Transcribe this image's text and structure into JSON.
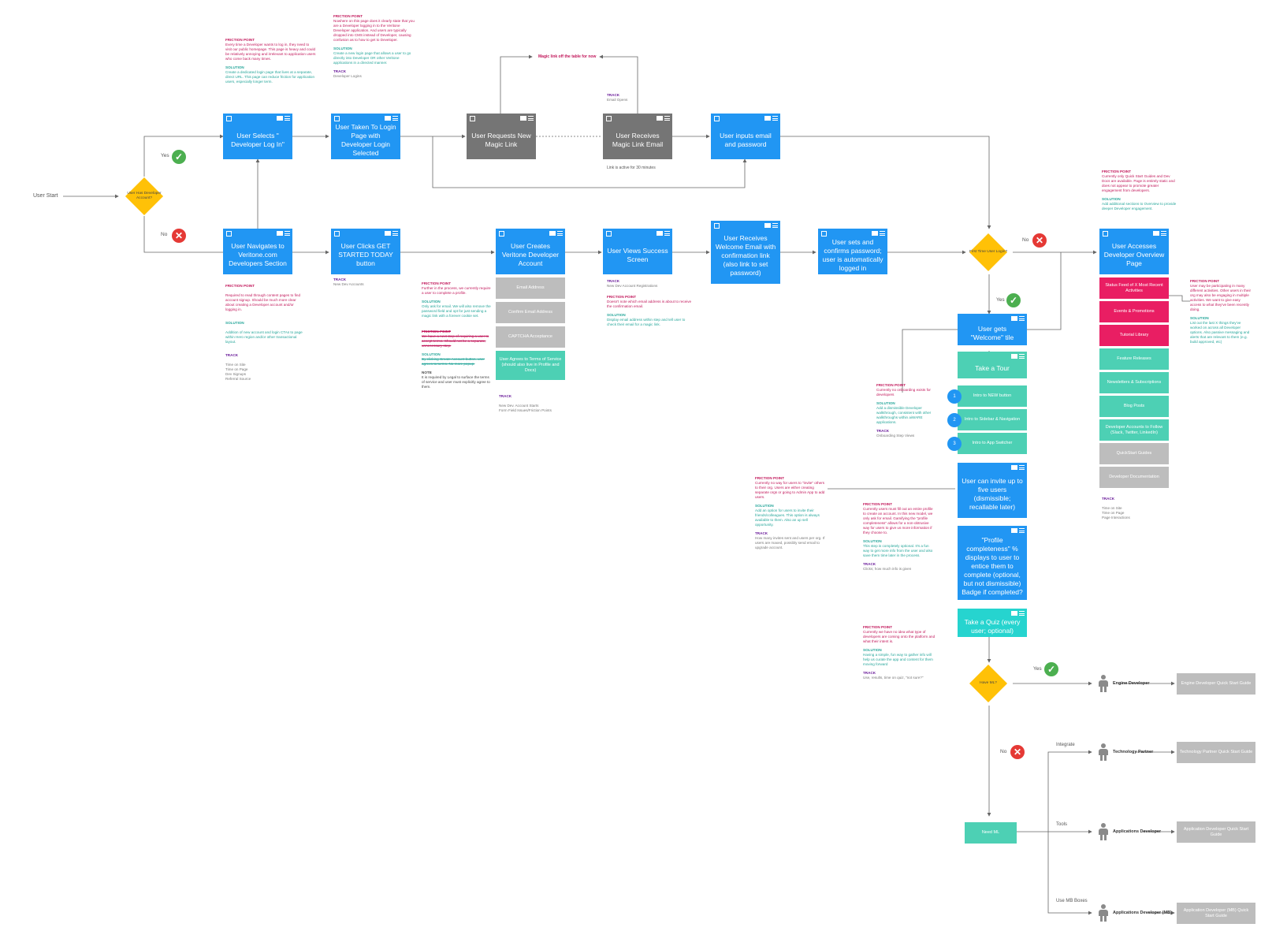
{
  "start": {
    "label": "User Start"
  },
  "decisions": {
    "has_account": "User Has Developer Account?",
    "first_time": "First Time User Login?",
    "have_ml": "Have ML?"
  },
  "branch_labels": {
    "yes": "Yes",
    "no": "No",
    "yes_icon": "✓",
    "no_icon": "✕"
  },
  "magic_link_note": "Magic link off the table for now",
  "link_active_note": "Link is active for 30 minutes",
  "boxes": {
    "select_login": "User Selects \" Developer Log In\"",
    "taken_to_login": "User Taken To Login Page with Developer Login Selected",
    "requests_magic": "User Requests New Magic Link",
    "receives_magic": "User Receives Magic Link Email",
    "inputs_email": "User inputs email and password",
    "navigates": "User Navigates to Veritone.com Developers Section",
    "clicks_started": "User Clicks GET STARTED TODAY button",
    "creates_account": "User Creates Veritone Developer Account",
    "views_success": "User Views Success Screen",
    "receives_welcome": "User Receives Welcome Email with confirmation link (also link to set password)",
    "sets_password": "User sets and confirms password; user is automatically logged in",
    "accesses_overview": "User Accesses Developer Overview Page",
    "welcome_tile": "User gets \"Welcome\" tile",
    "take_tour": "Take a Tour",
    "invite": "User can invite up to five users (dismissible; recallable later)",
    "profile": "\"Profile completeness\" % displays to user to entice them to complete (optional, but not dismissible) Badge if completed?",
    "quiz": "Take a Quiz (every user; optional)",
    "need_ml": "Need ML"
  },
  "form_fields": [
    "Email Address",
    "Confirm Email Address",
    "CAPTCHA Acceptance"
  ],
  "terms_box": "User Agrees to Terms of Service (should also live in Profile and Docs)",
  "tour_steps": [
    {
      "num": "1",
      "label": "Intro to NEW button"
    },
    {
      "num": "2",
      "label": "Intro to Sidebar & Navigation"
    },
    {
      "num": "3",
      "label": "Intro to App Switcher"
    }
  ],
  "overview_items": {
    "pink": [
      "Status Feed of X Most Recent Activities",
      "Events & Promotions",
      "Tutorial Library"
    ],
    "teal": [
      "Feature Releases",
      "Newsletters & Subscriptions",
      "Blog Posts",
      "Developer Accounts to Follow (Slack, Twitter, LinkedIn)"
    ],
    "grey": [
      "QuickStart Guides",
      "Developer Documentation"
    ]
  },
  "roles": [
    {
      "edge": "",
      "role": "Engine Developer",
      "guide": "Engine Developer Quick Start Guide"
    },
    {
      "edge": "Integrate",
      "role": "Technology Partner",
      "guide": "Technology Partner Quick Start Guide"
    },
    {
      "edge": "Tools",
      "role": "Applications Developer",
      "guide": "Application Developer Quick Start Guide"
    },
    {
      "edge": "Use MB Boxes",
      "role": "Applications Developer (MB)",
      "guide": "Application Developer (MB) Quick Start Guide"
    }
  ],
  "headings": {
    "friction": "FRICTION POINT",
    "solution": "SOLUTION",
    "track": "TRACK",
    "note": "NOTE"
  },
  "notes": {
    "n1_friction": "Every time a Developer wants to log in, they need to visit our public homepage. This page is heavy and could be relatively annoying and irrelevant to application users who come back many times.",
    "n1_solution": "Create a dedicated login page that lives at a separate, direct URL. This page can reduce friction for application users, especially longer term.",
    "n2_friction": "Nowhere on this page does it clearly state that you are a Developer logging in to the Veritone Developer application. And users are typically dropped into CMS instead of Developer, causing confusion as to how to get to Developer.",
    "n2_solution": "Create a new login page that allows a user to go directly into Developer OR other Veritone applications in a directed manner.",
    "n2_track": "Developer Logins",
    "n3_track": "Email Opens",
    "n4_friction": "Required to read through content pages to find account signup. Should be much more clear about creating a Developer account and/or logging in.",
    "n4_solution": "Addition of new account and login CTAs to page within Hero region and/or other transactional layout.",
    "n4_track": "Time on Site\nTime on Page\nDev Signups\nReferral Source",
    "n5_track": "New Dev Accounts",
    "n6_friction": "Further in the process, we currently require a user to complete a profile.",
    "n6_solution": "Only ask for email. We will also remove the password field and opt for just sending a magic link with a forever cookie set.",
    "n6_friction2": "We have a next step of requiring a user to accept terms. Should not be a separate, unnecessary step.",
    "n6_solution2": "By clicking Create Account button, user agrees to terms. No more popup.",
    "n6_note": "It is required by Legal to surface the terms of service and user must explicitly agree to them.",
    "n7_track": "New Dev. Account Starts\nForm Field Issues/Friction Points",
    "n8_track": "New Dev Account Registrations",
    "n8_friction": "Doesn't note which email address is about to receive the confirmation email.",
    "n8_solution": "Display email address within step and tell user to check their email for a magic link.",
    "n9_friction": "Currently only Quick Start Guides and Dev Docs are available. Page is entirely static and does not appear to promote greater engagement from developers.",
    "n9_solution": "Add additional sections to Overview to provide deeper Developer engagement.",
    "n9_track": "Time on Site\nTime on Page\nPage Interactions",
    "n10_friction": "User may be participating in many different activities. Other users in their org may also be engaging in multiple activities. We want to give easy access to what they've been recently doing.",
    "n10_solution": "List out the last X things they've worked on across all Developer options. Also passive messaging and alerts that are relevant to them (e.g. build approved, etc)",
    "n11_friction": "Currently no onboarding exists for developers",
    "n11_solution": "Add a dismissible Developer walkthrough, consistent with other walkthroughs within aiWARE applications.",
    "n11_track": "Onboarding Step Views",
    "n12_friction": "Currently no way for users to \"invite\" others to their org. Users are either creating separate orgs or going to Admin App to add users.",
    "n12_solution": "Add an option for users to invite their friends/colleagues. This option is always available to them. Also an up sell opportunity.",
    "n12_track": "How many invites sent and users per org. If users are maxed, possibly send email to upgrade account.",
    "n13_friction": "Currently users must fill out an entire profile to create an account. In this new model, we only ask for email. Gamifying the \"profile completeness\" allows for a non-obtrusive way for users to give us more information if they choose to.",
    "n13_solution": "This step is completely optional. It's a fun way to get more info from the user and also save them time later in the process.",
    "n13_track": "Clicks; how much info is given",
    "n14_friction": "Currently we have no idea what type of developers are coming onto the platform and what their intent is.",
    "n14_solution": "Having a simple, fun way to gather info will help us curate the app and content for them moving forward",
    "n14_track": "Use, results, time on quiz, \"not sure?\""
  },
  "colors": {
    "blue": "#2196F3",
    "grey": "#757575",
    "light_grey": "#bdbdbd",
    "teal": "#4DD0B4",
    "pink": "#E91E63",
    "yellow": "#FFC107",
    "friction": "#c2185b",
    "solution": "#26a69a",
    "track": "#6a1b9a",
    "yes": "#4CAF50",
    "no": "#E53935"
  }
}
